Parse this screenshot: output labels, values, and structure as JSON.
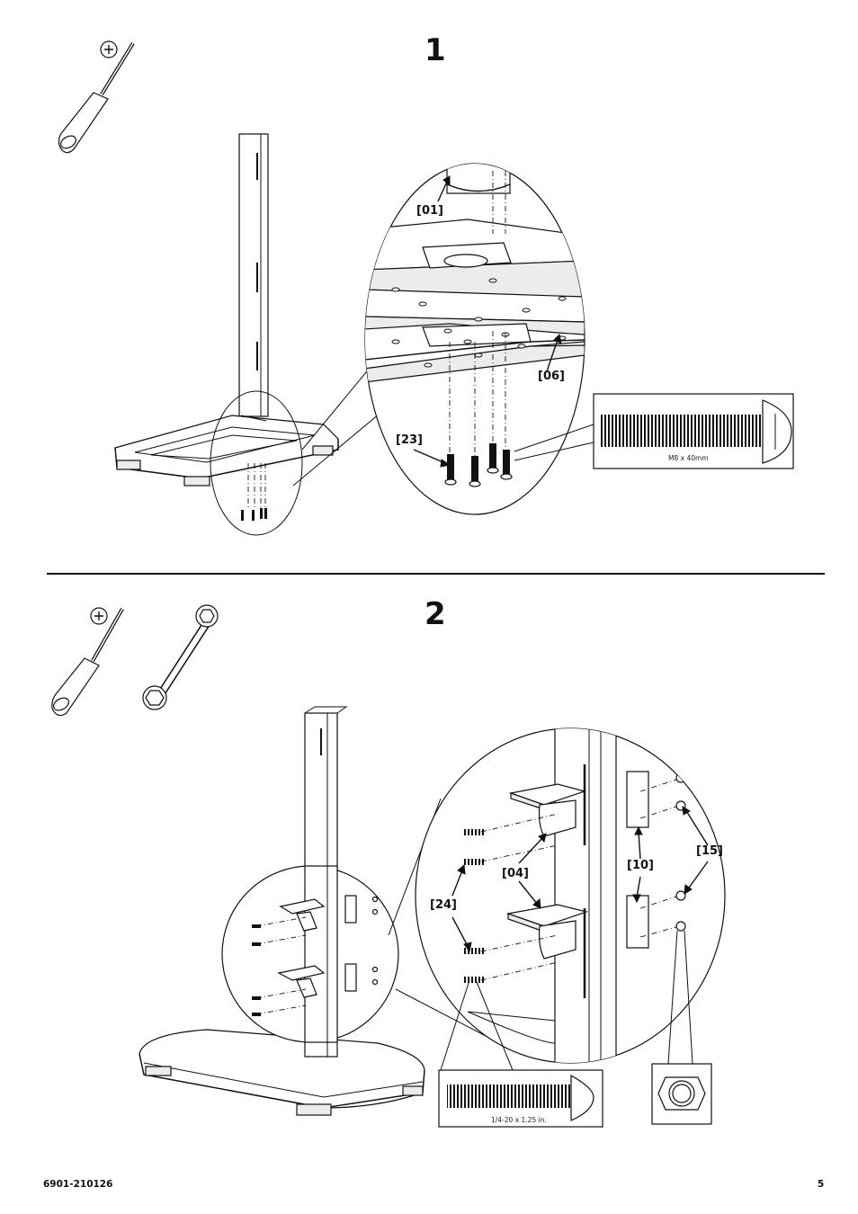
{
  "step1": {
    "number": "1",
    "callouts": {
      "c01": "[01]",
      "c06": "[06]",
      "c23": "[23]"
    },
    "screw_spec": "M8 x 40mm"
  },
  "step2": {
    "number": "2",
    "callouts": {
      "c04": "[04]",
      "c10": "[10]",
      "c15": "[15]",
      "c24": "[24]"
    },
    "screw_spec": "1/4-20 x 1.25 in."
  },
  "footer": {
    "doc_code": "6901-210126",
    "page_number": "5"
  },
  "tools": [
    "phillips-screwdriver-icon",
    "wrench-icon"
  ]
}
